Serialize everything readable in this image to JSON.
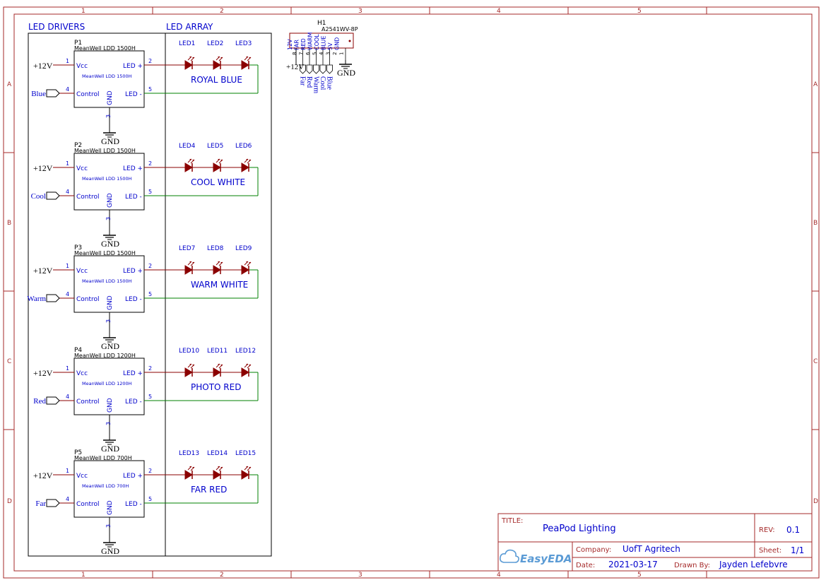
{
  "frame": {
    "col_labels": [
      "1",
      "2",
      "3",
      "4",
      "5"
    ],
    "row_labels": [
      "A",
      "B",
      "C",
      "D"
    ]
  },
  "sections": {
    "drivers_title": "LED DRIVERS",
    "array_title": "LED ARRAY"
  },
  "drivers": [
    {
      "ref": "P1",
      "value": "MeanWell LDD 1500H",
      "inner": "MeanWell LDD 1500H",
      "supply": "+12V",
      "ctrl": "Blue",
      "gnd": "GND",
      "string": "ROYAL BLUE",
      "leds": [
        "LED1",
        "LED2",
        "LED3"
      ]
    },
    {
      "ref": "P2",
      "value": "MeanWell LDD 1500H",
      "inner": "MeanWell LDD 1500H",
      "supply": "+12V",
      "ctrl": "Cool",
      "gnd": "GND",
      "string": "COOL WHITE",
      "leds": [
        "LED4",
        "LED5",
        "LED6"
      ]
    },
    {
      "ref": "P3",
      "value": "MeanWell LDD 1500H",
      "inner": "MeanWell LDD 1500H",
      "supply": "+12V",
      "ctrl": "Warm",
      "gnd": "GND",
      "string": "WARM WHITE",
      "leds": [
        "LED7",
        "LED8",
        "LED9"
      ]
    },
    {
      "ref": "P4",
      "value": "MeanWell LDD 1200H",
      "inner": "MeanWell LDD 1200H",
      "supply": "+12V",
      "ctrl": "Red",
      "gnd": "GND",
      "string": "PHOTO RED",
      "leds": [
        "LED10",
        "LED11",
        "LED12"
      ]
    },
    {
      "ref": "P5",
      "value": "MeanWell LDD 700H",
      "inner": "MeanWell LDD 700H",
      "supply": "+12V",
      "ctrl": "Far",
      "gnd": "GND",
      "string": "FAR RED",
      "leds": [
        "LED13",
        "LED14",
        "LED15"
      ]
    }
  ],
  "pins": {
    "vcc": "Vcc",
    "ctrl": "Control",
    "gnd": "GND",
    "ledp": "LED +",
    "ledn": "LED -",
    "n1": "1",
    "n4": "4",
    "n3": "3",
    "n2": "2",
    "n5": "5"
  },
  "header": {
    "ref": "H1",
    "value": "A2541WV-8P",
    "pin_names": [
      "12V",
      "FAR",
      "RED",
      "WARM",
      "COOL",
      "BLUE",
      "5V",
      "GND"
    ],
    "pin_numbers": [
      "8",
      "7",
      "6",
      "5",
      "4",
      "3",
      "2",
      "1"
    ],
    "nets": [
      "+12V",
      "Far",
      "Red",
      "Warm",
      "Cool",
      "Blue",
      "",
      "GND"
    ]
  },
  "title_block": {
    "title_label": "TITLE:",
    "title": "PeaPod Lighting",
    "rev_label": "REV:",
    "rev": "0.1",
    "company_label": "Company:",
    "company": "UofT Agritech",
    "sheet_label": "Sheet:",
    "sheet": "1/1",
    "date_label": "Date:",
    "date": "2021-03-17",
    "drawn_label": "Drawn By:",
    "drawn": "Jayden Lefebvre",
    "logo": "EasyEDA"
  },
  "colors": {
    "frame": "#a52a2a",
    "wire_red": "#8b0000",
    "wire_green": "#008000",
    "text_blue": "#0000cc",
    "black": "#000000"
  }
}
